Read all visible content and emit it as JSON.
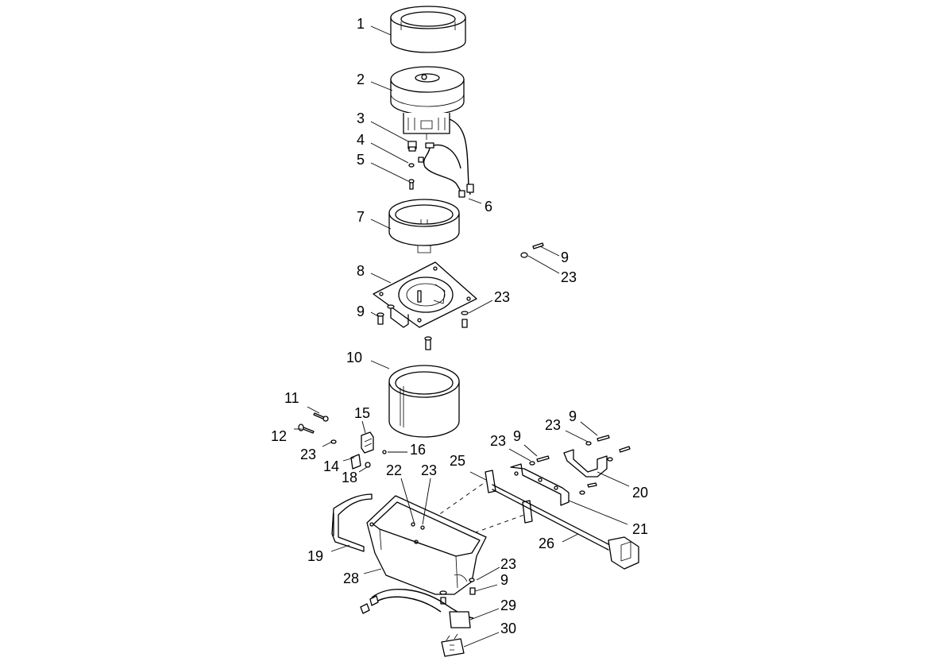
{
  "callouts": [
    {
      "id": "1",
      "label": "1"
    },
    {
      "id": "2",
      "label": "2"
    },
    {
      "id": "3",
      "label": "3"
    },
    {
      "id": "4",
      "label": "4"
    },
    {
      "id": "5",
      "label": "5"
    },
    {
      "id": "6",
      "label": "6"
    },
    {
      "id": "7",
      "label": "7"
    },
    {
      "id": "9a",
      "label": "9"
    },
    {
      "id": "23a",
      "label": "23"
    },
    {
      "id": "8",
      "label": "8"
    },
    {
      "id": "23b",
      "label": "23"
    },
    {
      "id": "9b",
      "label": "9"
    },
    {
      "id": "10",
      "label": "10"
    },
    {
      "id": "11",
      "label": "11"
    },
    {
      "id": "15",
      "label": "15"
    },
    {
      "id": "12",
      "label": "12"
    },
    {
      "id": "23c",
      "label": "23"
    },
    {
      "id": "16",
      "label": "16"
    },
    {
      "id": "14",
      "label": "14"
    },
    {
      "id": "18",
      "label": "18"
    },
    {
      "id": "9c",
      "label": "9"
    },
    {
      "id": "23d",
      "label": "23"
    },
    {
      "id": "9d",
      "label": "9"
    },
    {
      "id": "23e",
      "label": "23"
    },
    {
      "id": "25",
      "label": "25"
    },
    {
      "id": "22",
      "label": "22"
    },
    {
      "id": "23f",
      "label": "23"
    },
    {
      "id": "20",
      "label": "20"
    },
    {
      "id": "21",
      "label": "21"
    },
    {
      "id": "26",
      "label": "26"
    },
    {
      "id": "19",
      "label": "19"
    },
    {
      "id": "28",
      "label": "28"
    },
    {
      "id": "23g",
      "label": "23"
    },
    {
      "id": "9e",
      "label": "9"
    },
    {
      "id": "29",
      "label": "29"
    },
    {
      "id": "30",
      "label": "30"
    }
  ]
}
